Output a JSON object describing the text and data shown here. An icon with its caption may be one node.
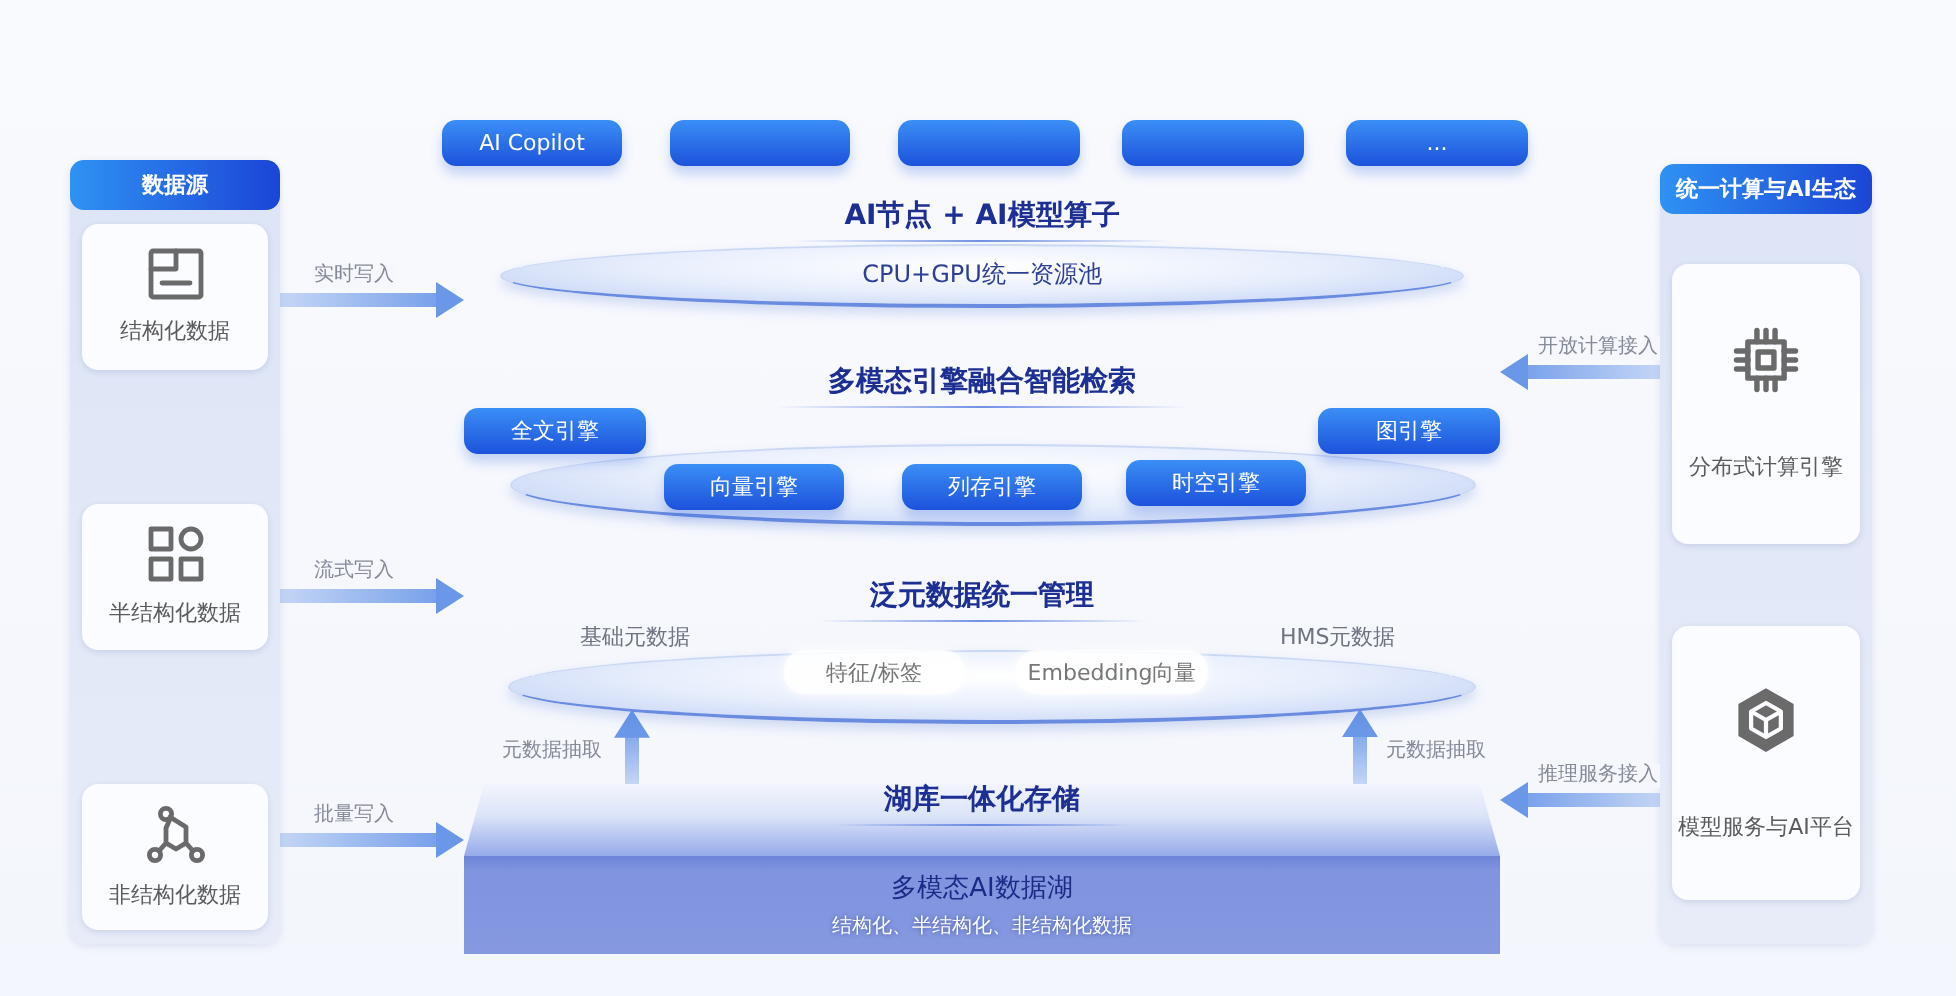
{
  "diagram": {
    "nodes": [
      {
        "text": [],
        "shape": "box"
      },
      {
        "text": [
          "数据源"
        ],
        "in": 0
      },
      {
        "text": [
          "结构化数据"
        ],
        "in": 0
      },
      {
        "text": [
          "半结构化数据"
        ],
        "in": 0
      },
      {
        "text": [
          "非结构化数据"
        ],
        "in": 0
      },
      {
        "text": [
          "AI Copilot"
        ]
      },
      {
        "text": [],
        "shape": "box"
      },
      {
        "text": [],
        "shape": "box"
      },
      {
        "text": [],
        "shape": "box"
      },
      {
        "text": [
          "..."
        ]
      },
      {
        "text": [
          "AI节点 + AI模型算子",
          "CPU+GPU统一资源池"
        ]
      },
      {
        "text": [
          "多模态引擎融合智能检索"
        ]
      },
      {
        "text": [
          "全文引擎"
        ]
      },
      {
        "text": [
          "向量引擎"
        ],
        "in": 11
      },
      {
        "text": [
          "列存引擎"
        ],
        "in": 11
      },
      {
        "text": [
          "时空引擎"
        ],
        "in": 11
      },
      {
        "text": [
          "图引擎"
        ]
      },
      {
        "text": [
          "泛元数据统一管理"
        ]
      },
      {
        "text": [
          "特征/标签"
        ],
        "in": 17
      },
      {
        "text": [
          "Embedding向量"
        ],
        "in": 17
      },
      {
        "text": [
          "湖库一体化存储",
          "多模态AI数据湖",
          "结构化、半结构化、非结构化数据"
        ]
      },
      {
        "text": [],
        "shape": "box"
      },
      {
        "text": [
          "统一计算与AI生态"
        ],
        "in": 21
      },
      {
        "text": [
          "分布式计算引擎"
        ],
        "in": 21
      },
      {
        "text": [
          "模型服务与AI平台"
        ],
        "in": 21
      }
    ],
    "edges": [
      {
        "from": 0,
        "to": 10,
        "arrow": "to",
        "label": "实时写入"
      },
      {
        "from": 0,
        "to": 17,
        "arrow": "to",
        "label": "流式写入"
      },
      {
        "from": 0,
        "to": 20,
        "arrow": "to",
        "label": "批量写入"
      },
      {
        "from": 21,
        "to": 11,
        "arrow": "to",
        "label": "开放计算接入"
      },
      {
        "from": 21,
        "to": 20,
        "arrow": "to",
        "label": "推理服务接入"
      },
      {
        "from": 20,
        "to": 17,
        "arrow": "to",
        "label": "元数据抽取"
      },
      {
        "from": 20,
        "to": 17,
        "arrow": "to",
        "label": "元数据抽取"
      }
    ],
    "labels": [
      "基础元数据",
      "HMS元数据"
    ]
  }
}
